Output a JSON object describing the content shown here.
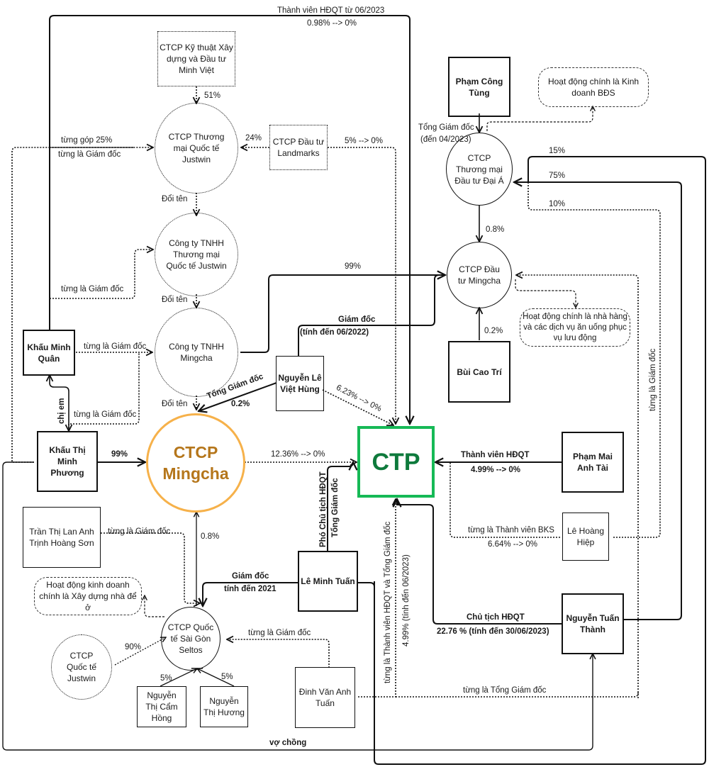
{
  "colors": {
    "ctp_border": "#16b956",
    "ctp_text": "#0e7a3c",
    "mingcha_border": "#f6b14a",
    "mingcha_text": "#b5761b"
  },
  "nodes": {
    "minh_viet": "CTCP Kỹ thuật Xây dựng và Đầu tư Minh Việt",
    "justwin_tm": "CTCP Thương mại Quốc tế Justwin",
    "landmarks": "CTCP Đầu tư Landmarks",
    "tnhh_justwin": "Công ty TNHH Thương mại Quốc tế Justwin",
    "tnhh_mingcha": "Công ty TNHH Mingcha",
    "khau_minh_quan": "Khấu Minh Quân",
    "khau_thi_minh_phuong": "Khấu Thị Minh Phương",
    "ctcp_mingcha": "CTCP Mingcha",
    "nguyen_le_viet_hung": "Nguyễn Lê Việt Hùng",
    "ctp": "CTP",
    "pham_cong_tung": "Phạm Công Tùng",
    "note_bds": "Hoạt động chính là Kinh doanh BĐS",
    "dai_a": "CTCP Thương mại Đầu tư Đại Á",
    "dau_tu_mingcha": "CTCP Đầu tư Mingcha",
    "note_nha_hang": "Hoạt động chính là nhà hàng và các dịch vụ ăn uống phục vụ lưu động",
    "bui_cao_tri": "Bùi Cao Trí",
    "pham_mai_anh_tai": "Phạm Mai Anh Tài",
    "le_hoang_hiep": "Lê Hoàng Hiệp",
    "nguyen_tuan_thanh": "Nguyễn Tuấn Thành",
    "tran_trinh": "Trần Thị Lan Anh\nTrịnh Hoàng Sơn",
    "note_xay_dung": "Hoạt động kinh doanh chính là Xây dựng nhà để ở",
    "le_minh_tuan": "Lê Minh Tuấn",
    "saigon_seltos": "CTCP Quốc tế Sài Gòn Seltos",
    "ctcp_quoc_te_justwin": "CTCP Quốc tế Justwin",
    "nguyen_thi_cam_hong": "Nguyễn Thị Cẩm Hồng",
    "nguyen_thi_huong": "Nguyễn Thị Hương",
    "dinh_van_anh_tuan": "Đinh Văn Anh Tuấn"
  },
  "labels": {
    "top_role": "Thành viên HĐQT từ 06/2023",
    "top_pct": "0.98% --> 0%",
    "minh_viet_pct": "51%",
    "landmarks_pct": "24%",
    "landmarks_ctp": "5% --> 0%",
    "tung_gop": "từng góp 25%",
    "tung_gd_1": "từng là Giám đốc",
    "doi_ten_1": "Đổi tên",
    "tung_gd_2": "từng là Giám đốc",
    "doi_ten_2": "Đổi tên",
    "tung_gd_3": "từng là Giám đốc",
    "tung_gd_4": "từng là Giám đốc",
    "doi_ten_3": "Đổi tên",
    "chi_em": "chị em",
    "pct_99_mingcha": "99%",
    "pct_99_phuong": "99%",
    "giam_doc_hung": "Giám đốc",
    "tinh_den_2022": "(tính đến 06/2022)",
    "tong_gd_hung": "Tổng Giám đốc",
    "hung_pct": "0.2%",
    "hung_ctp": "6.23% --> 0%",
    "mingcha_ctp": "12.36% --> 0%",
    "tong_gd_tung": "Tổng Giám đốc",
    "den_2023": "(đến 04/2023)",
    "pct_15": "15%",
    "pct_75": "75%",
    "pct_10": "10%",
    "dai_a_pct": "0.8%",
    "bui_pct": "0.2%",
    "tung_gd_vert": "từng là  Giám đốc",
    "tai_role": "Thành viên HĐQT",
    "tai_pct": "4.99% --> 0%",
    "hiep_role": "từng là Thành viên BKS",
    "hiep_pct": "6.64% --> 0%",
    "pho_ct": "Phó Chủ tịch HĐQT",
    "tong_gd_tuan": "Tổng Giám đốc",
    "tv_tgd": "từng là Thành viên HĐQT và Tổng Giám  đốc",
    "tv_pct": "4.99% (tính đến 06/2023)",
    "thanh_role": "Chủ tịch HĐQT",
    "thanh_pct": "22.76 % (tính đến 30/06/2023)",
    "tran_gd": "từng là Giám đốc",
    "seltos_mingcha_pct": "0.8%",
    "gd_tuan": "Giám đốc",
    "tinh_den_2021": "tính đến 2021",
    "justwin_pct": "90%",
    "hong_pct": "5%",
    "huong_pct": "5%",
    "dinh_gd": "từng là Giám đốc",
    "tung_tgd": "từng là  Tổng Giám đốc",
    "vo_chong": "vợ chồng"
  }
}
